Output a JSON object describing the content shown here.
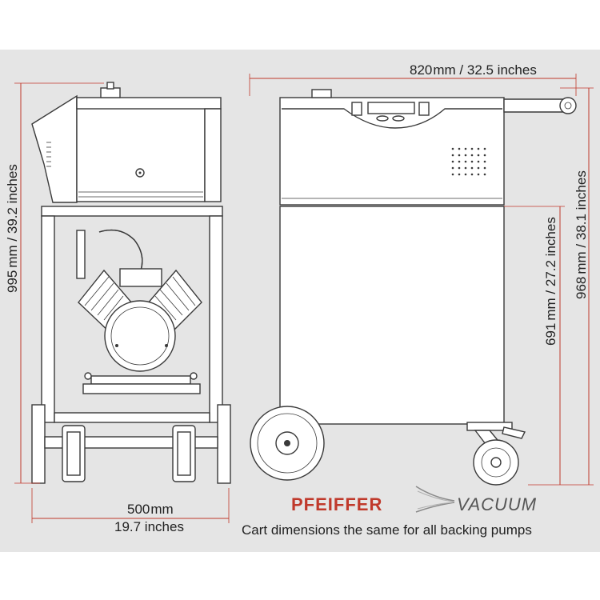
{
  "dimensions": {
    "depth": {
      "value": "820",
      "unit_text": "mm / 32.5 inches"
    },
    "width": {
      "value": "500",
      "unit": "mm",
      "inches": "19.7 inches"
    },
    "height_front": {
      "value": "995",
      "unit_text": "mm / 39.2 inches"
    },
    "height_side": {
      "value": "968",
      "unit_text": "mm / 38.1 inches"
    },
    "cart_height": {
      "value": "691",
      "unit_text": "mm / 27.2 inches"
    }
  },
  "brand": {
    "name": "PFEIFFER",
    "sub": "VACUUM"
  },
  "caption": "Cart dimensions the same for all backing pumps",
  "colors": {
    "background": "#e5e5e5",
    "dimension_line": "#c0392b",
    "drawing_line": "#3a3a3a",
    "brand_red": "#c0392b",
    "brand_gray": "#555555"
  }
}
